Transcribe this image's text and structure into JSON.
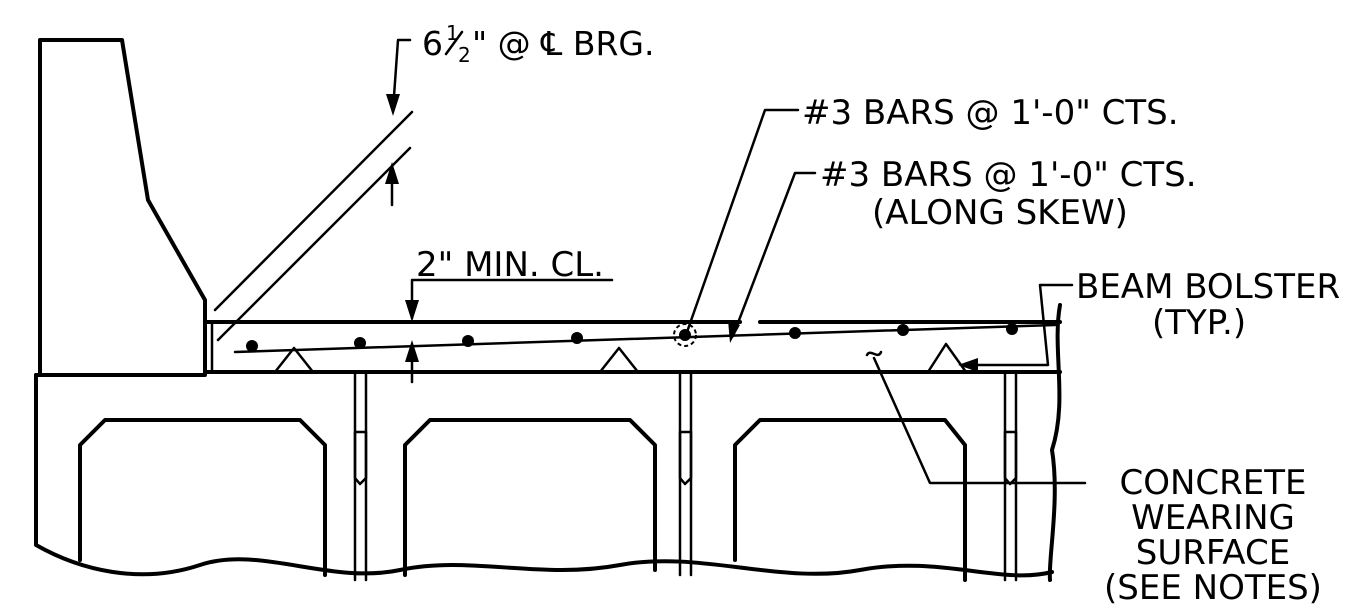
{
  "annotations": {
    "slab_thickness": {
      "whole": "6",
      "numerator": "1",
      "denominator": "2",
      "rest": "\" @ ℄ BRG."
    },
    "bars_top": "#3 BARS @ 1'-0\" CTS.",
    "bars_skew_line1": "#3 BARS @ 1'-0\" CTS.",
    "bars_skew_line2": "(ALONG SKEW)",
    "cover": "2\" MIN. CL.",
    "bolster_line1": "BEAM BOLSTER",
    "bolster_line2": "(TYP.)",
    "wearing_line1": "CONCRETE",
    "wearing_line2": "WEARING",
    "wearing_line3": "SURFACE",
    "wearing_line4": "(SEE NOTES)"
  }
}
